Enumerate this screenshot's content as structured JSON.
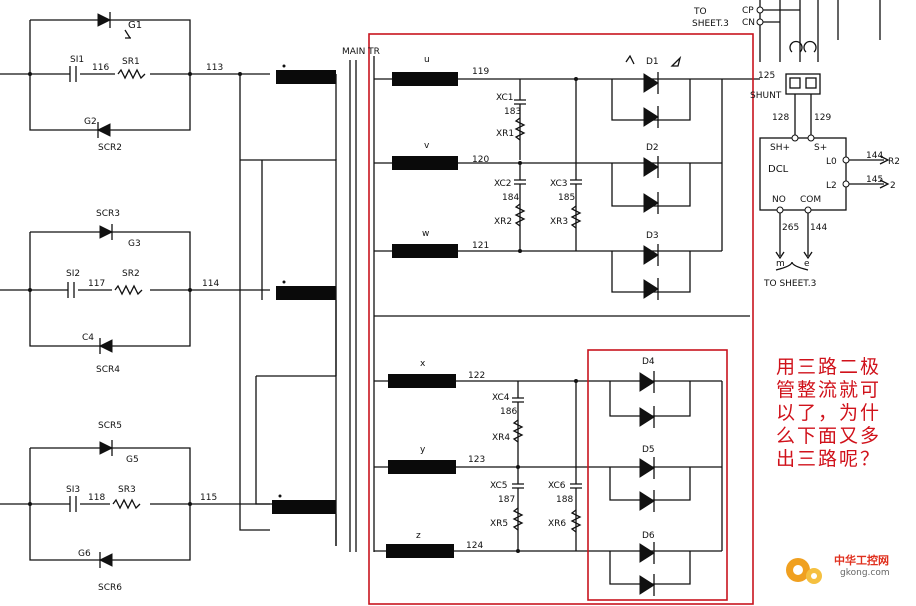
{
  "components": {
    "G1": "G1",
    "SI1": "SI1",
    "SR1": "SR1",
    "G2": "G2",
    "SCR2": "SCR2",
    "SCR3": "SCR3",
    "G3": "G3",
    "SI2": "SI2",
    "SR2": "SR2",
    "C4": "C4",
    "SCR4": "SCR4",
    "SCR5": "SCR5",
    "G5": "G5",
    "SI3": "SI3",
    "SR3": "SR3",
    "G6": "G6",
    "SCR6": "SCR6",
    "D1": "D1",
    "D2": "D2",
    "D3": "D3",
    "D4": "D4",
    "D5": "D5",
    "D6": "D6",
    "XC1": "XC1",
    "XR1": "XR1",
    "XC2": "XC2",
    "XR2": "XR2",
    "XC3": "XC3",
    "XR3": "XR3",
    "XC4": "XC4",
    "XR4": "XR4",
    "XC5": "XC5",
    "XR5": "XR5",
    "XC6": "XC6",
    "XR6": "XR6",
    "DCL": "DCL"
  },
  "wires": {
    "w116": "116",
    "w113": "113",
    "w117": "117",
    "w114": "114",
    "w118": "118",
    "w115": "115",
    "w119": "119",
    "w120": "120",
    "w121": "121",
    "w122": "122",
    "w123": "123",
    "w124": "124",
    "w183": "183",
    "w184": "184",
    "w185": "185",
    "w186": "186",
    "w187": "187",
    "w188": "188",
    "w125": "125",
    "w128": "128",
    "w129": "129",
    "w144a": "144",
    "w145": "145",
    "w265": "265",
    "w144b": "144"
  },
  "windings": {
    "u": "u",
    "v": "v",
    "w": "w",
    "x": "x",
    "y": "y",
    "z": "z"
  },
  "labels": {
    "main_tr": "MAIN TR",
    "to_sheet3_top": "TO",
    "to_sheet3_top2": "SHEET.3",
    "cp": "CP",
    "cn": "CN",
    "shunt": "SHUNT",
    "sh_plus": "SH+",
    "s_plus": "S+",
    "l0": "L0",
    "l2": "L2",
    "no": "NO",
    "com": "COM",
    "m": "m",
    "e": "e",
    "r2": "R2",
    "two": "2",
    "to_sheet3_bottom": "TO SHEET.3"
  },
  "annotation": {
    "text": "用三路二极管整流就可以了，为什么下面又多出三路呢？",
    "color": "#d0121b"
  },
  "watermark": {
    "name": "中华工控网",
    "url": "gkong.com"
  },
  "colors": {
    "highlight_box": "#c8141e",
    "ink": "#111111"
  }
}
